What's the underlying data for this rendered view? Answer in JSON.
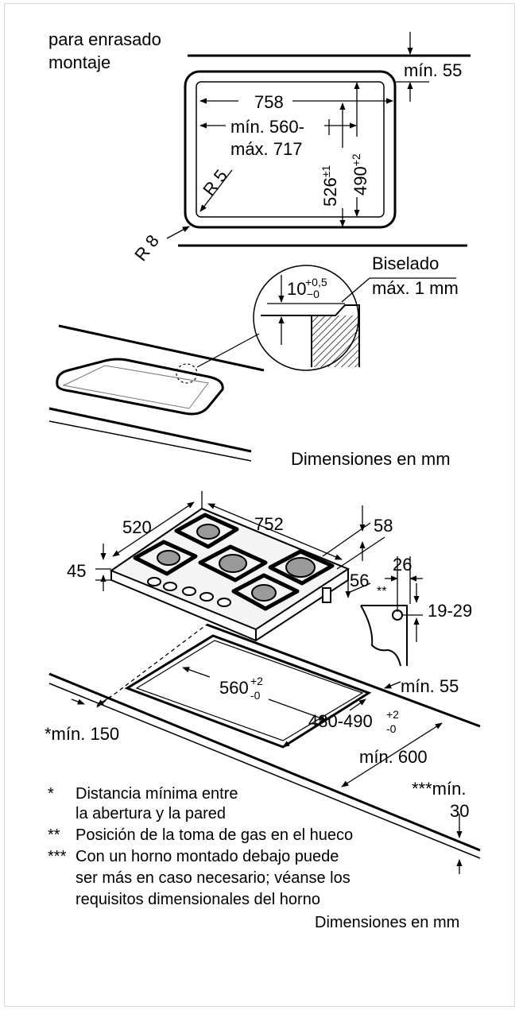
{
  "cutout": {
    "mounting_label_line1": "para enrasado",
    "mounting_label_line2": "montaje",
    "min_rear": "mín. 55",
    "width_outer": "758",
    "width_inner_line1": "mín. 560-",
    "width_inner_line2": "máx. 717",
    "depth_outer": "526",
    "depth_outer_tol": "±1",
    "depth_inner": "490",
    "depth_inner_tol": "+2",
    "radius_inner": "R 5",
    "radius_outer": "R 8"
  },
  "detail": {
    "bevel_line1": "Biselado",
    "bevel_line2": "máx. 1 mm",
    "depth": "10",
    "depth_tol_plus": "+0,5",
    "depth_tol_minus": "−0"
  },
  "units_label_1": "Dimensiones en mm",
  "hob": {
    "width": "752",
    "depth": "520",
    "height": "45",
    "front_offset": "58",
    "side_offset": "56",
    "gas_offset_h": "26",
    "gas_mark": "**",
    "gas_offset_v": "19-29"
  },
  "cutout_install": {
    "width": "560",
    "width_tol_plus": "+2",
    "width_tol_minus": "-0",
    "depth": "480-490",
    "depth_tol_plus": "+2",
    "depth_tol_minus": "-0",
    "min_front": "mín. 55",
    "min_wall": "*mín. 150",
    "min_depth": "mín. 600",
    "min_below_line1": "***mín.",
    "min_below_line2": "30"
  },
  "footnotes": [
    {
      "mark": "*",
      "line1": "Distancia mínima entre",
      "line2": "la abertura y la pared"
    },
    {
      "mark": "**",
      "line1": "Posición de la toma de gas en el hueco",
      "line2": ""
    },
    {
      "mark": "***",
      "line1": "Con un horno montado debajo puede",
      "line2": "ser más en caso necesario; véanse los",
      "line3": "requisitos dimensionales del horno"
    }
  ],
  "units_label_2": "Dimensiones en mm"
}
